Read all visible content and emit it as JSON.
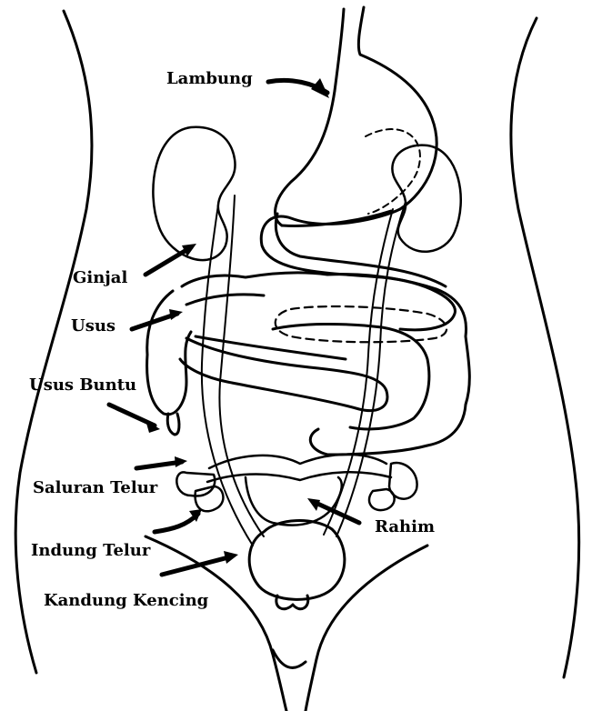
{
  "labels": {
    "lambung": "Lambung",
    "ginjal": "Ginjal",
    "usus": "Usus",
    "usus_buntu": "Usus Buntu",
    "saluran_telur": "Saluran Telur",
    "indung_telur": "Indung Telur",
    "kandung_kencing": "Kandung Kencing",
    "rahim": "Rahim"
  },
  "colors": {
    "ink": "#000000",
    "paper": "#ffffff"
  }
}
